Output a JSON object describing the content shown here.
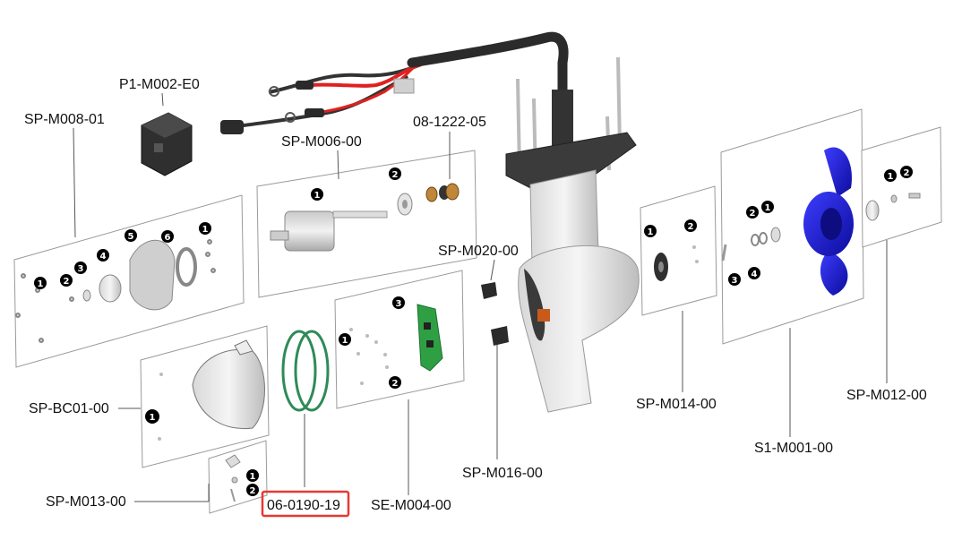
{
  "diagram": {
    "labels": {
      "p1_m002_e0": "P1-M002-E0",
      "sp_m008_01": "SP-M008-01",
      "sp_m006_00": "SP-M006-00",
      "n08_1222_05": "08-1222-05",
      "sp_m020_00": "SP-M020-00",
      "sp_bc01_00": "SP-BC01-00",
      "sp_m013_00": "SP-M013-00",
      "n06_0190_19": "06-0190-19",
      "se_m004_00": "SE-M004-00",
      "sp_m016_00": "SP-M016-00",
      "sp_m014_00": "SP-M014-00",
      "s1_m001_00": "S1-M001-00",
      "sp_m012_00": "SP-M012-00"
    },
    "badges": {
      "one": "1",
      "two": "2",
      "three": "3",
      "four": "4",
      "five": "5",
      "six": "6"
    },
    "highlighted_label": "06-0190-19",
    "colors": {
      "highlight": "#e53935",
      "propeller": "#1a1ad6",
      "seal_ring": "#2e8b57",
      "pcb": "#2ea043",
      "cable_red": "#e02020"
    }
  }
}
